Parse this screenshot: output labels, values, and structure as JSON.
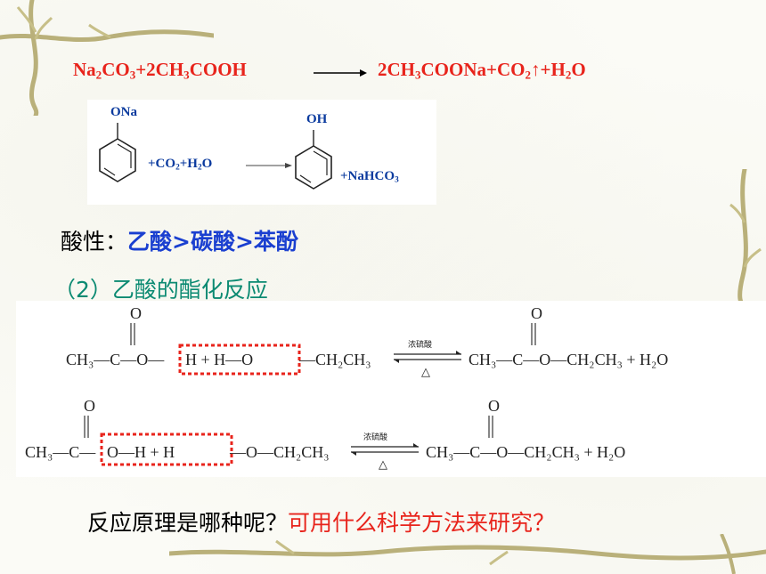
{
  "equation1": {
    "reactants": [
      {
        "text": "Na"
      },
      {
        "sub": "2"
      },
      {
        "text": "CO"
      },
      {
        "sub": "3"
      },
      {
        "text": "+2CH"
      },
      {
        "sub": "3"
      },
      {
        "text": "COOH"
      }
    ],
    "products": [
      {
        "text": "2CH"
      },
      {
        "sub": "3"
      },
      {
        "text": "COONa+CO"
      },
      {
        "sub": "2"
      },
      {
        "text": "↑+H"
      },
      {
        "sub": "2"
      },
      {
        "text": "O"
      }
    ],
    "color": "#e8241c"
  },
  "phenol_reaction": {
    "reactant_group": "ONa",
    "reagents": [
      "+CO",
      "2",
      "+H",
      "2",
      "O"
    ],
    "product_group": "OH",
    "byproduct": [
      "+NaHCO",
      "3"
    ],
    "color": "#0a3a9e"
  },
  "acidity": {
    "label": "酸性：",
    "order": "乙酸>碳酸>苯酚",
    "label_color": "#000000",
    "order_color": "#1a3fd0"
  },
  "section2": {
    "title": "（2）乙酸的酯化反应",
    "color": "#0b8a72"
  },
  "esterification": {
    "carbonyl_o": "O",
    "reaction1": {
      "left_a": "CH₃—C—O—",
      "box": "H + H—O",
      "left_b": "—CH₂CH₃",
      "catalyst": "浓硫酸",
      "heat": "△",
      "right": "CH₃—C—O—CH₂CH₃ + H₂O"
    },
    "reaction2": {
      "left_a": "CH₃—C—",
      "box": "O—H + H",
      "left_b": "—O—CH₂CH₃",
      "catalyst": "浓硫酸",
      "heat": "△",
      "right": "CH₃—C—O—CH₂CH₃ + H₂O"
    },
    "box_color": "#e8241c"
  },
  "question": {
    "part1": "反应原理是哪种呢？",
    "part2": "可用什么科学方法来研究？",
    "color1": "#000000",
    "color2": "#e8241c"
  }
}
